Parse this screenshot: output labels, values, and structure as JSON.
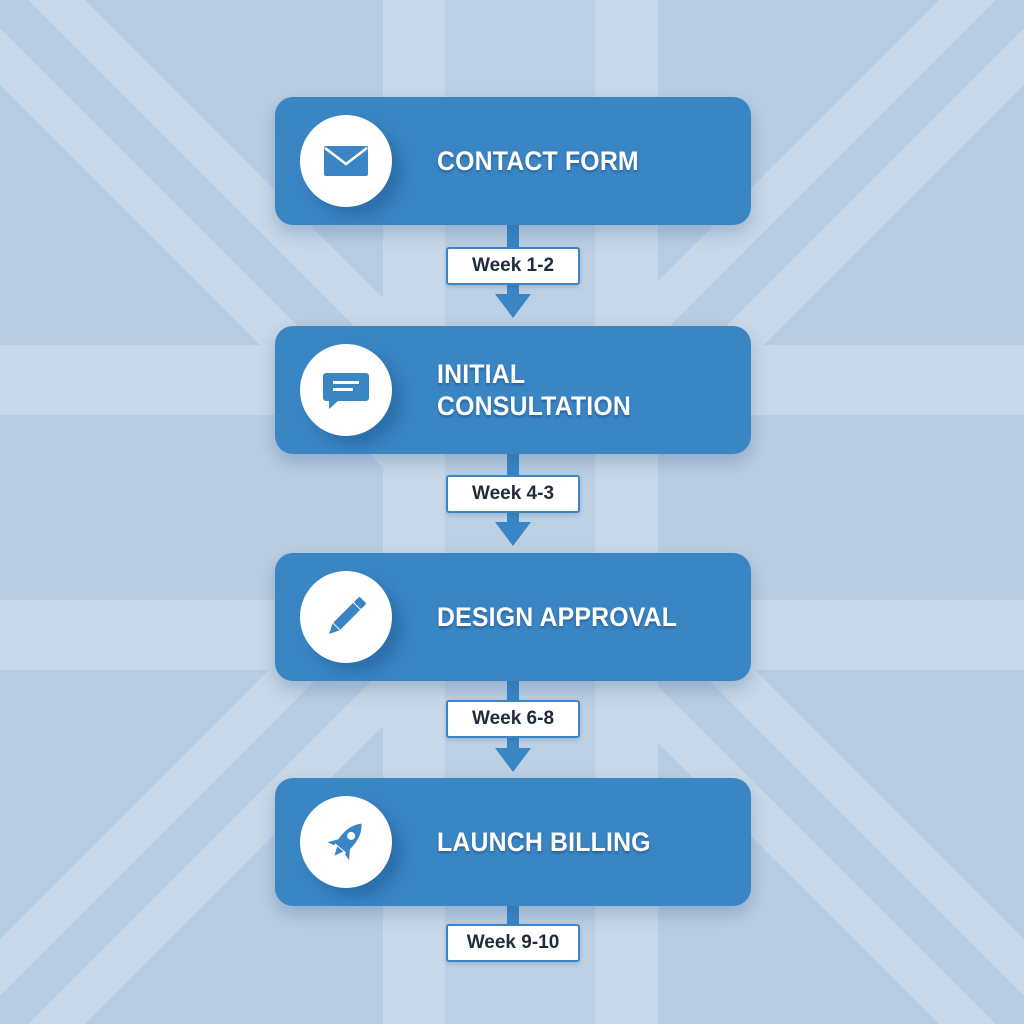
{
  "colors": {
    "background": "#b9cde2",
    "background_stripe": "#cddbe9",
    "step_fill": "#3a86c5",
    "step_text": "#ffffff",
    "week_text": "#1f2c3a"
  },
  "steps": [
    {
      "label": "CONTACT FORM",
      "icon": "envelope-icon"
    },
    {
      "label": "INITIAL CONSULTATION",
      "icon": "chat-bubble-icon"
    },
    {
      "label": "DESIGN APPROVAL",
      "icon": "pencil-icon"
    },
    {
      "label": "LAUNCH BILLING",
      "icon": "rocket-icon"
    }
  ],
  "weeks": [
    "Week 1-2",
    "Week 4-3",
    "Week 6-8",
    "Week 9-10"
  ]
}
